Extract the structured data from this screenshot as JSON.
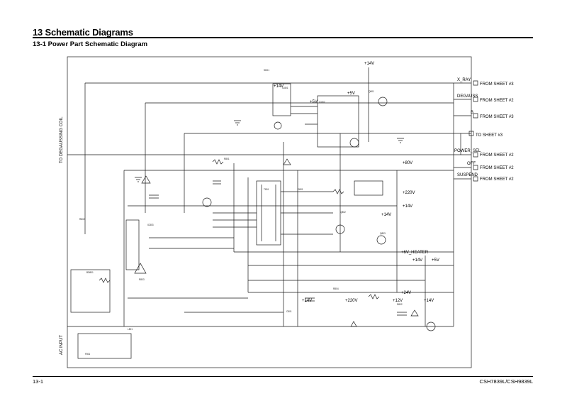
{
  "header": {
    "section_title": "13 Schematic Diagrams",
    "subsection_title": "13-1 Power Part Schematic Diagram"
  },
  "footer": {
    "page_number": "13-1",
    "model": "CSH7839L/CSH9839L"
  },
  "schematic": {
    "side_labels": {
      "degaussing_coil": "TO DEGAUSSING COIL",
      "ac_input": "AC INPUT"
    },
    "connectors": [
      {
        "signal": "X_RAY",
        "dest": "FROM SHEET #3"
      },
      {
        "signal": "DEGAUSS",
        "dest": "FROM SHEET #2"
      },
      {
        "signal": "B",
        "dest": "FROM SHEET #3"
      },
      {
        "signal": "",
        "dest": "TO SHEET #3"
      },
      {
        "signal": "POWER_SEL",
        "dest": "FROM SHEET #2"
      },
      {
        "signal": "OFF",
        "dest": "FROM SHEET #2"
      },
      {
        "signal": "SUSPEND",
        "dest": "FROM SHEET #2"
      }
    ],
    "rails": [
      {
        "id": "top-14v",
        "label": "+14V"
      },
      {
        "id": "upper-14v",
        "label": "+14V"
      },
      {
        "id": "upper-5v",
        "label": "+5V"
      },
      {
        "id": "mid-5v",
        "label": "+5V"
      },
      {
        "id": "r-80v",
        "label": "+80V"
      },
      {
        "id": "r-220v",
        "label": "+220V"
      },
      {
        "id": "r-14v",
        "label": "+14V"
      },
      {
        "id": "r-14v-b",
        "label": "+14V"
      },
      {
        "id": "r-heater",
        "label": "+6V_HEATER"
      },
      {
        "id": "r-14v-c",
        "label": "+14V"
      },
      {
        "id": "r-5v",
        "label": "+5V"
      },
      {
        "id": "r-24v",
        "label": "+24V"
      },
      {
        "id": "b-220v",
        "label": "+220V"
      },
      {
        "id": "b-14v",
        "label": "+14V"
      },
      {
        "id": "b-12v",
        "label": "+12V"
      },
      {
        "id": "b-14v-r",
        "label": "+14V"
      }
    ],
    "colors": {
      "ink": "#000000",
      "trace": "#1a1a1a"
    }
  }
}
